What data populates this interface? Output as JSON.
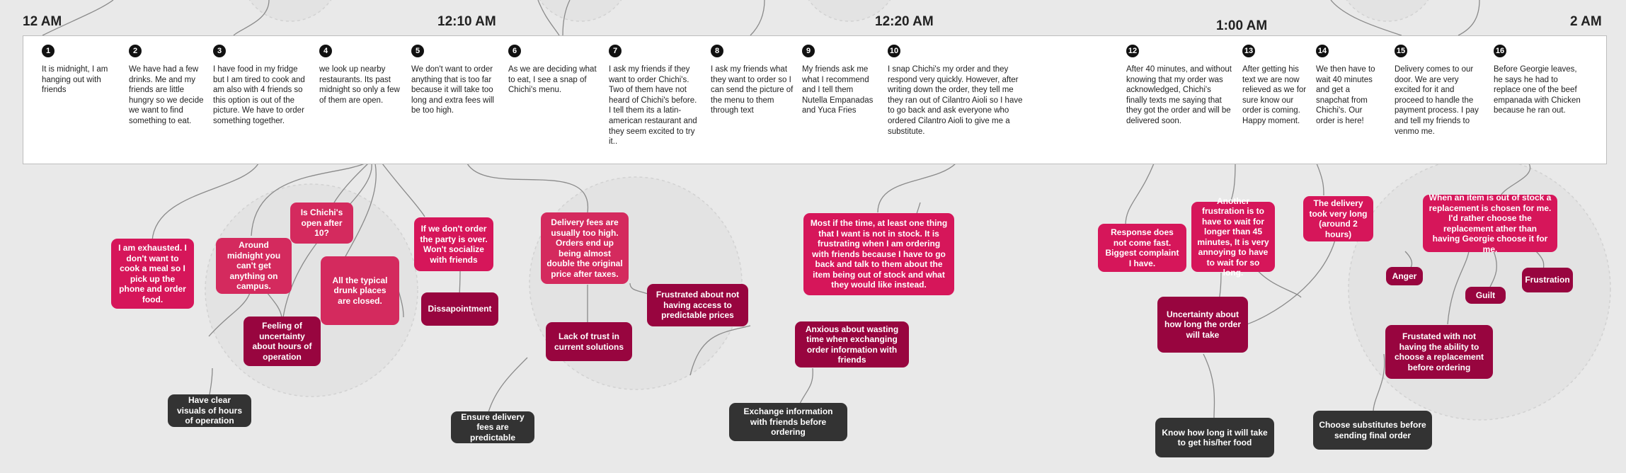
{
  "timeline": [
    {
      "label": "12 AM"
    },
    {
      "label": "12:10 AM"
    },
    {
      "label": "12:20 AM"
    },
    {
      "label": "1:00 AM"
    },
    {
      "label": "2 AM"
    }
  ],
  "steps": [
    {
      "n": "1",
      "text": "It is midnight, I am hanging out with friends"
    },
    {
      "n": "2",
      "text": "We have had a few drinks. Me and my friends are little hungry so we decide we want to find something to eat."
    },
    {
      "n": "3",
      "text": "I have food in my fridge but I am tired to cook and am also with 4  friends so this option is out of the picture. We have to order something together."
    },
    {
      "n": "4",
      "text": "we look up nearby restaurants. Its past midnight so only a few of them are open."
    },
    {
      "n": "5",
      "text": "We don't want to order anything that is too far because it will take too long and extra fees will be too high."
    },
    {
      "n": "6",
      "text": "As we are deciding what to eat, I see a snap of Chichi's menu."
    },
    {
      "n": "7",
      "text": "I ask my friends if they want to order Chichi's. Two of them have not heard of Chichi's before. I tell them its a latin-american restaurant and they seem excited to try it.."
    },
    {
      "n": "8",
      "text": "I ask my friends what they want to order so I can send the picture of the menu to them through text"
    },
    {
      "n": "9",
      "text": "My friends ask me what I recommend and I tell them Nutella Empanadas and Yuca Fries"
    },
    {
      "n": "10",
      "text": "I snap Chichi's my order and they respond very quickly. However, after writing down the order, they tell me they ran out of Cilantro Aioli so I have to go back and ask everyone who ordered Cilantro Aioli to give me a substitute."
    },
    {
      "n": "12",
      "text": "After 40 minutes, and without knowing that my order was acknowledged, Chichi's finally texts me saying that they got the order and will be delivered soon."
    },
    {
      "n": "13",
      "text": "After getting his text we are now relieved as we for sure know our order is coming. Happy moment."
    },
    {
      "n": "14",
      "text": "We then have to wait 40 minutes and get a snapchat from Chichi's. Our order is here!"
    },
    {
      "n": "15",
      "text": "Delivery comes to our door. We are very excited for it and proceed to handle the payment process. I pay and tell my friends to venmo me."
    },
    {
      "n": "16",
      "text": "Before Georgie leaves, he says he had to replace one of the beef empanada with Chicken because he ran out."
    }
  ],
  "emotions": [
    {
      "text": "I am exhausted. I don't want to cook a meal so I pick up the phone and order food.",
      "tone": "pink"
    },
    {
      "text": "Around midnight you can't get anything on campus.",
      "tone": "rose"
    },
    {
      "text": "Is Chichi's open after 10?",
      "tone": "rose"
    },
    {
      "text": "All the typical drunk places are closed.",
      "tone": "rose"
    },
    {
      "text": "Feeling of uncertainty about hours of operation",
      "tone": "wine"
    },
    {
      "text": "If we don't order the party is over. Won't socialize with friends",
      "tone": "pink"
    },
    {
      "text": "Dissapointment",
      "tone": "wine"
    },
    {
      "text": "Delivery fees are usually too high. Orders end up being almost double the original price after taxes.",
      "tone": "rose"
    },
    {
      "text": "Lack of trust in current solutions",
      "tone": "wine"
    },
    {
      "text": "Frustrated about not having access to predictable prices",
      "tone": "wine"
    },
    {
      "text": "Most if the time, at least one thing that I want is not in stock. It is frustrating when I am ordering with friends because I have to go back and talk to them about the item being out of stock and what they would like instead.",
      "tone": "pink"
    },
    {
      "text": "Anxious about wasting time when exchanging order information with friends",
      "tone": "wine"
    },
    {
      "text": "Response does not come fast. Biggest complaint I have.",
      "tone": "pink"
    },
    {
      "text": "Another frustration is to have to wait for longer than 45 minutes, It is very annoying to have to wait for so long.",
      "tone": "pink"
    },
    {
      "text": "Uncertainty about how long the order will take",
      "tone": "wine"
    },
    {
      "text": "The delivery took very long (around 2 hours)",
      "tone": "pink"
    },
    {
      "text": "When an item is out of stock a replacement is chosen for me. I'd rather choose the replacement ather than having Georgie choose it for me.",
      "tone": "pink"
    },
    {
      "text": "Anger",
      "tone": "wine"
    },
    {
      "text": "Guilt",
      "tone": "wine"
    },
    {
      "text": "Frustration",
      "tone": "wine"
    },
    {
      "text": "Frustated with not having the ability to choose a replacement before ordering",
      "tone": "wine"
    }
  ],
  "opportunities": [
    {
      "text": "Have clear visuals of hours of operation"
    },
    {
      "text": "Ensure delivery fees are predictable"
    },
    {
      "text": "Exchange information with friends before ordering"
    },
    {
      "text": "Know how long it will take to get his/her food"
    },
    {
      "text": "Choose substitutes before sending final order"
    }
  ],
  "colors": {
    "pink": "#d6165a",
    "rose": "#d42a5e",
    "wine": "#98053f",
    "dark": "#333333",
    "background": "#e9e9e9"
  }
}
